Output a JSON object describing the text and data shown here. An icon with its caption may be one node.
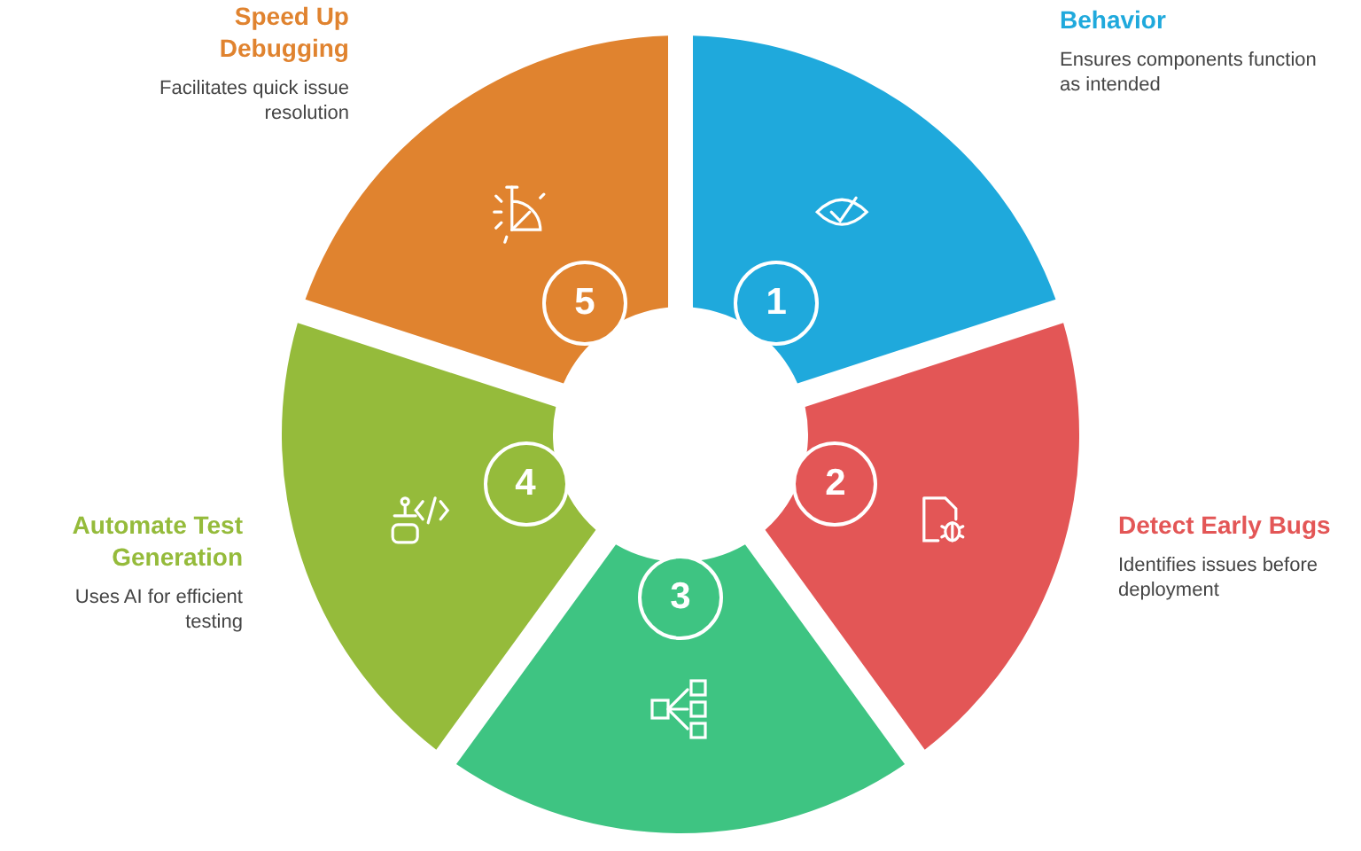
{
  "diagram": {
    "nodes": [
      {
        "text": [
          "1"
        ],
        "beside": [
          "Behavior",
          "Ensures components function as intended"
        ]
      },
      {
        "text": [
          "2"
        ],
        "beside": [
          "Detect Early Bugs",
          "Identifies issues before deployment"
        ]
      },
      {
        "text": [
          "3"
        ]
      },
      {
        "text": [
          "4"
        ],
        "beside": [
          "Automate Test Generation",
          "Uses AI for efficient testing"
        ]
      },
      {
        "text": [
          "5"
        ],
        "beside": [
          "Speed Up Debugging",
          "Facilitates quick issue resolution"
        ]
      }
    ]
  }
}
